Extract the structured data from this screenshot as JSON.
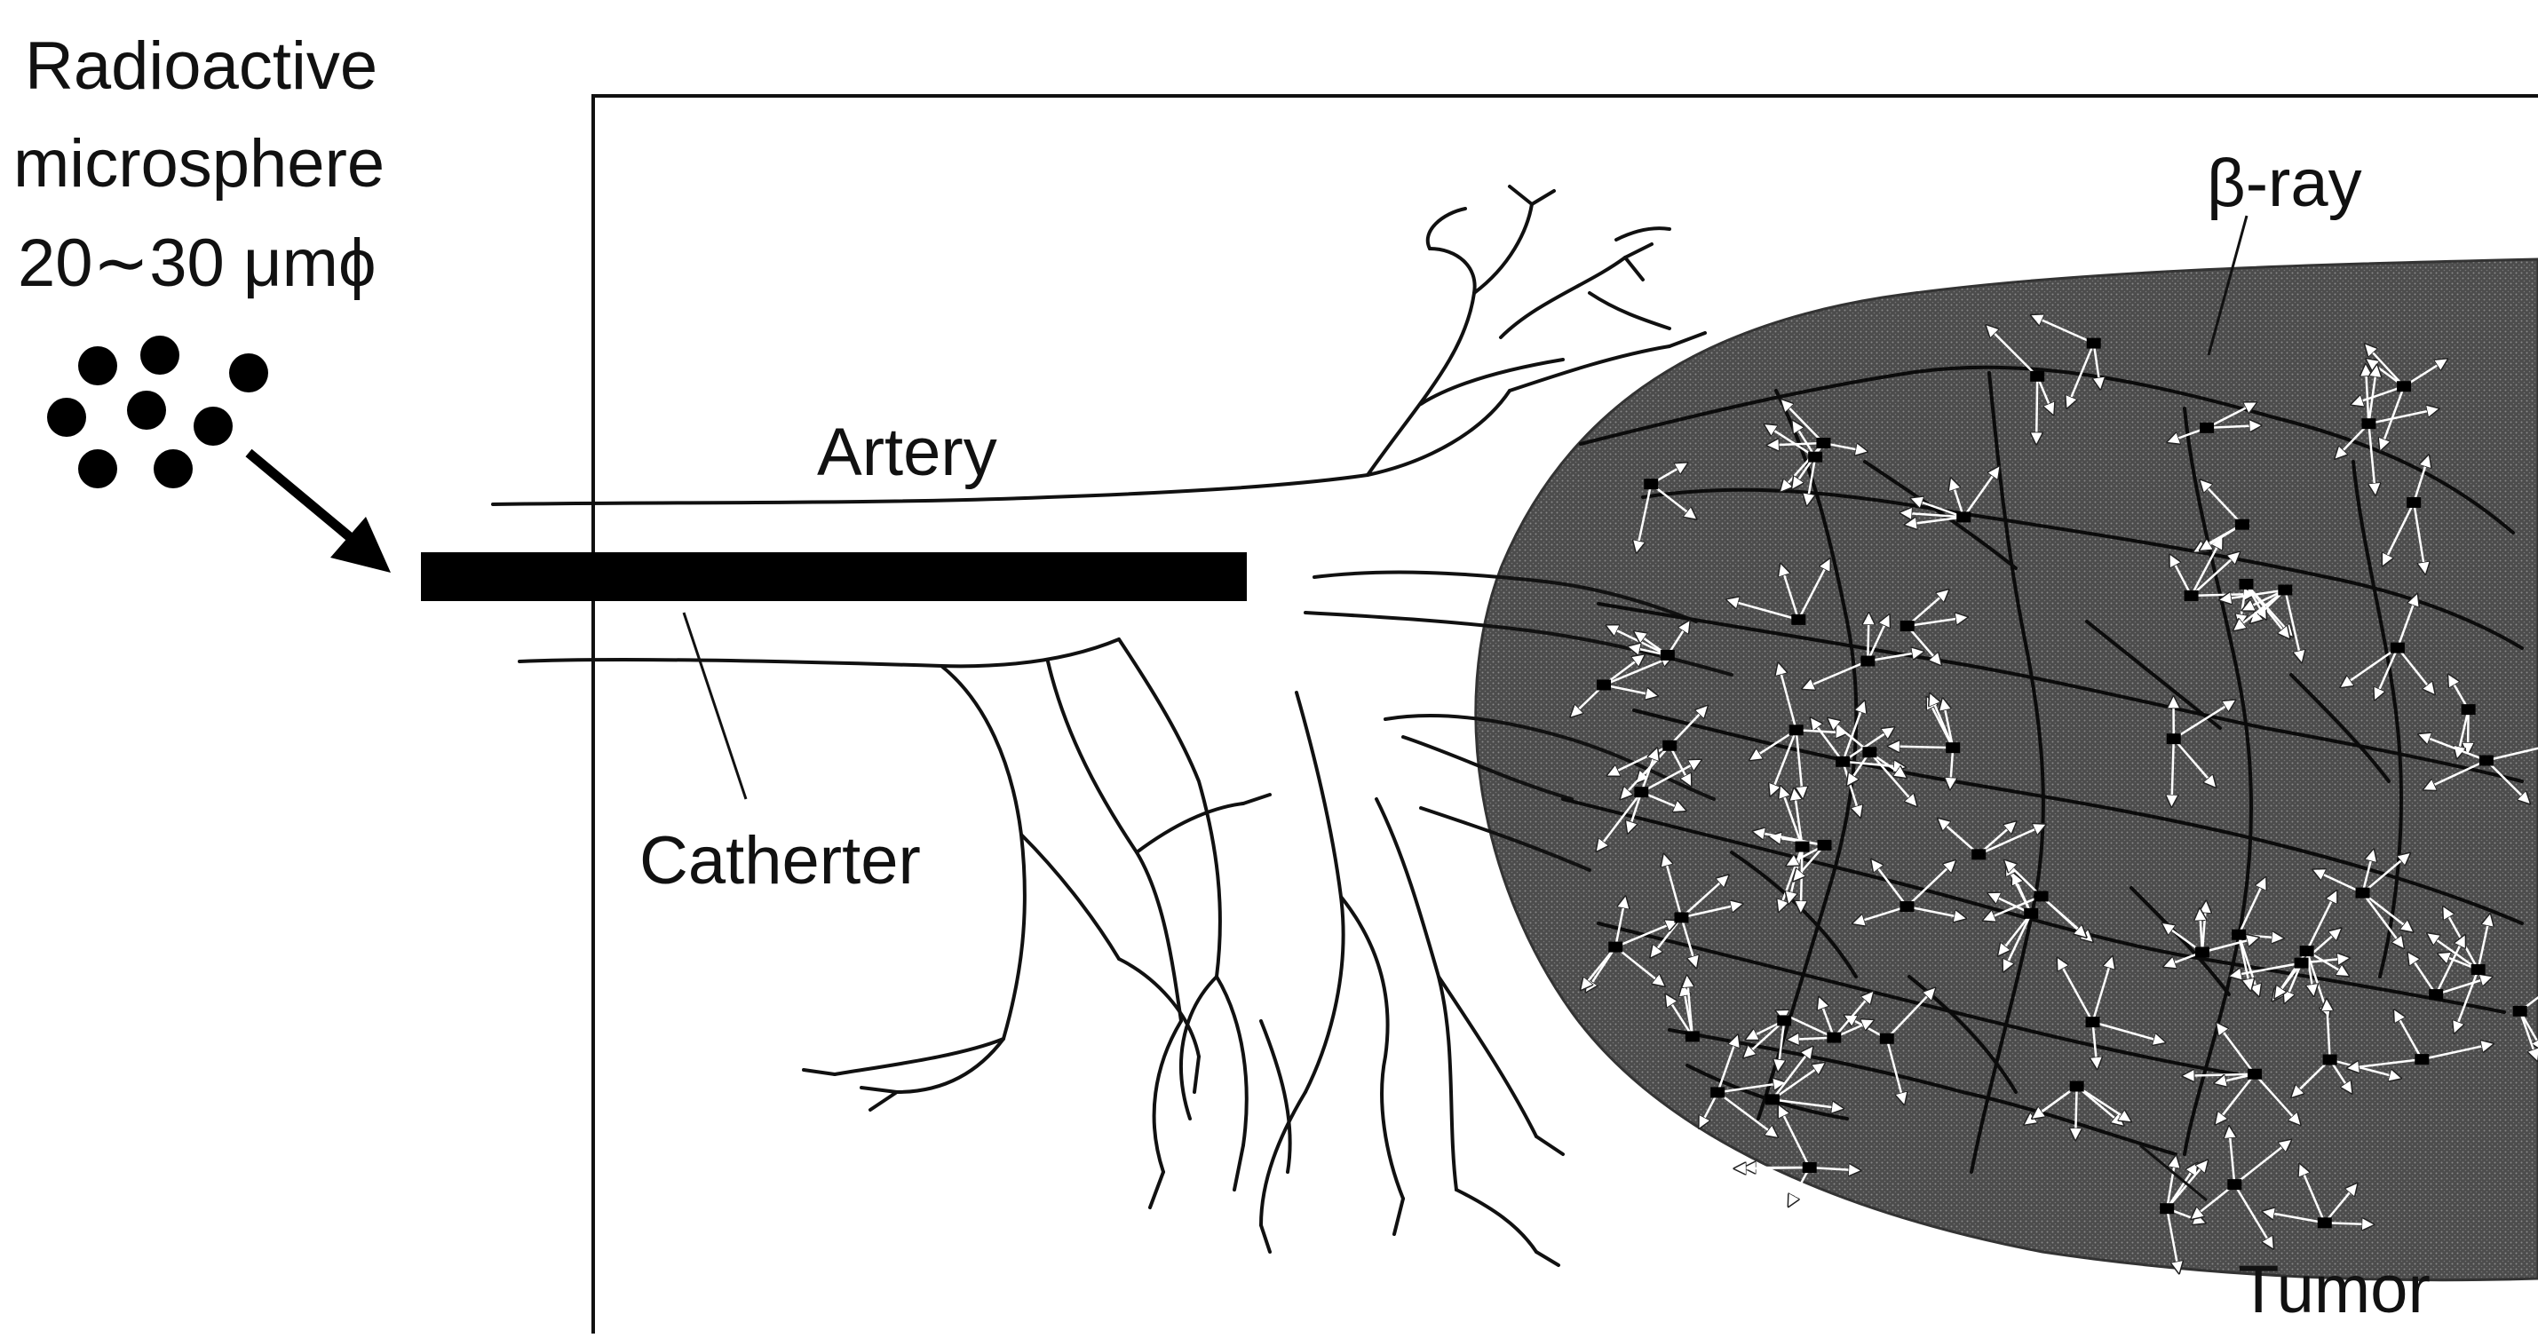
{
  "microsphere_label": {
    "line1": "Radioactive",
    "line2": "microsphere",
    "line3": "20∼30 μmϕ"
  },
  "labels": {
    "artery": "Artery",
    "catheter": "Catherter",
    "beta_ray": "β-ray",
    "tumor": "Tumor"
  },
  "colors": {
    "tumor_fill": "#4a4a4a",
    "catheter": "#000000",
    "vessel": "#111111",
    "ray_arrow": "#ffffff"
  }
}
